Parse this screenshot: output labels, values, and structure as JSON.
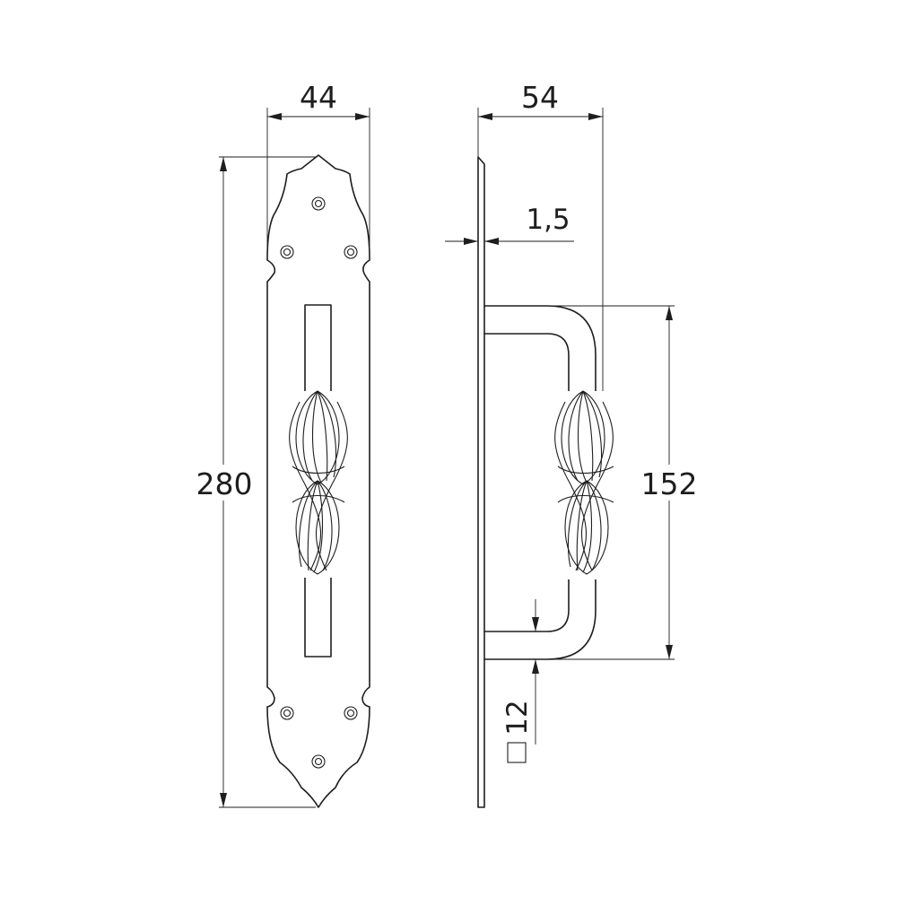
{
  "dimensions": {
    "front_width": "44",
    "front_height": "280",
    "side_depth": "54",
    "plate_thickness": "1,5",
    "handle_height": "152",
    "bar_section": "12"
  },
  "colors": {
    "line": "#1e1e1e",
    "background": "#ffffff"
  }
}
